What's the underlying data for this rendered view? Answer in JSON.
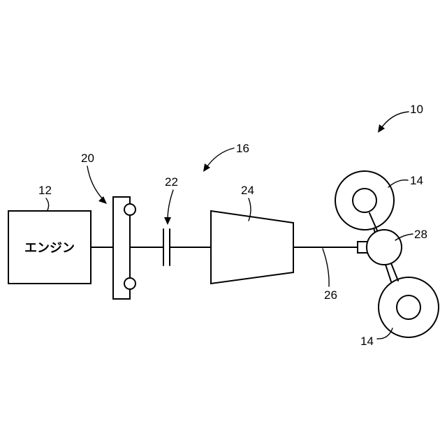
{
  "diagram": {
    "engine_label": "エンジン",
    "refs": {
      "vehicle": "10",
      "engine": "12",
      "wheel_top": "14",
      "wheel_bottom": "14",
      "drivetrain": "16",
      "damper": "20",
      "clutch": "22",
      "transmission": "24",
      "drive_shaft": "26",
      "differential": "28"
    }
  },
  "colors": {
    "line": "#000000",
    "background": "#ffffff"
  }
}
